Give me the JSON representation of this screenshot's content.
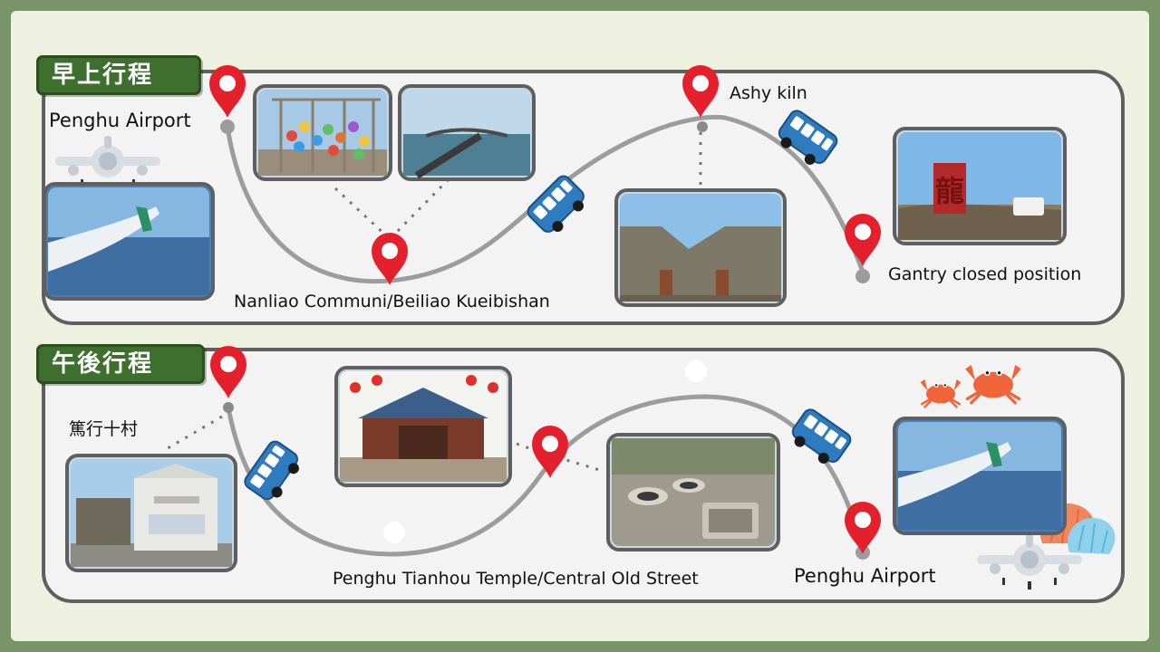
{
  "sections": [
    {
      "title": "早上行程"
    },
    {
      "title": "午後行程"
    }
  ],
  "labels": {
    "penghu_airport_start": "Penghu Airport",
    "nanliao": "Nanliao Communi/Beiliao  Kueibishan",
    "ashy_kiln": "Ashy kiln",
    "gantry": "Gantry closed position",
    "zhaixing": "篤行十村",
    "tianhou": "Penghu Tianhou Temple/Central  Old Street",
    "penghu_airport_end": "Penghu Airport"
  },
  "photo_signs": {
    "sign_text": "龍"
  },
  "colors": {
    "accent_green": "#3e6f2e",
    "pin_red": "#e5202d",
    "route_gray": "#9c9c9c",
    "bus_blue": "#2f7bbf",
    "frame_gray": "#5f5f5f"
  },
  "icons": [
    "map-pin-icon",
    "bus-icon",
    "airplane-icon",
    "crab-icon",
    "shell-icon"
  ]
}
